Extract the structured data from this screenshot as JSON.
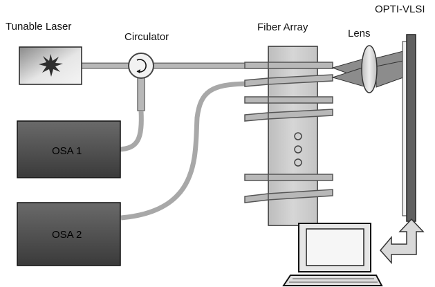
{
  "labels": {
    "tunable_laser": "Tunable Laser",
    "circulator": "Circulator",
    "fiber_array": "Fiber Array",
    "lens": "Lens",
    "opti_vlsi": "OPTI-VLSI",
    "osa1": "OSA 1",
    "osa2": "OSA 2"
  },
  "icons": {
    "laser": "starburst-icon",
    "circulator": "circular-arrow-icon",
    "computer": "laptop-icon",
    "feedback": "bent-arrow-icon"
  },
  "colors": {
    "fiber": "#a8a8a8",
    "fiber_dark": "#6f6f6f",
    "osa_box": "#4a4a4a",
    "fiber_array_body": "#c8c8c8",
    "opti_vlsi_plate": "#606060"
  }
}
